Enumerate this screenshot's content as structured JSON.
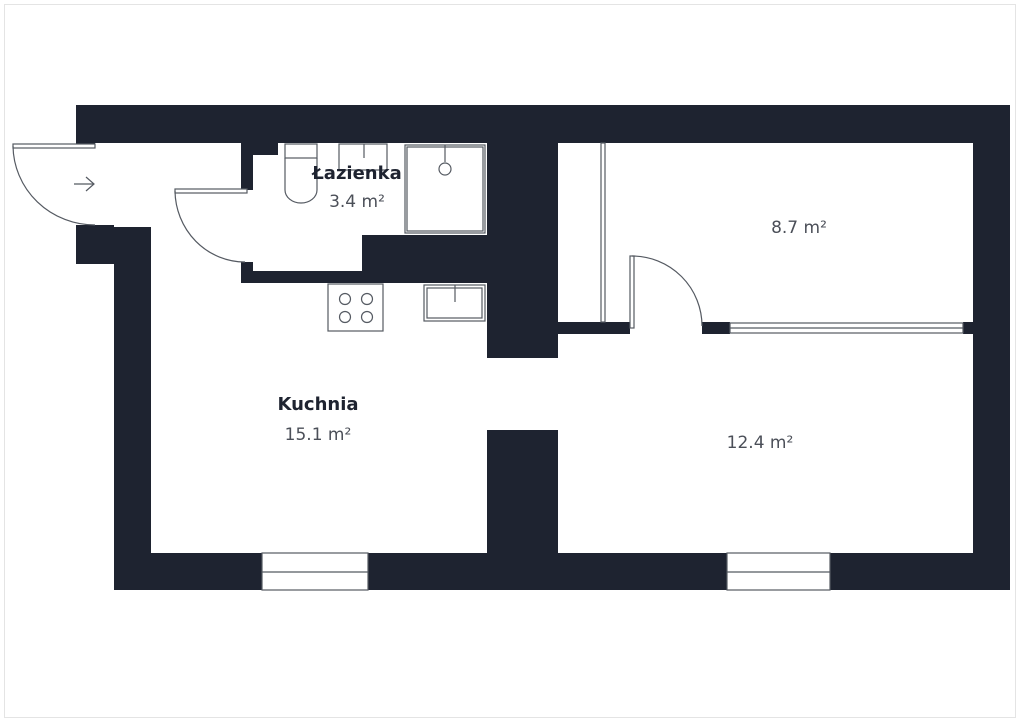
{
  "rooms": [
    {
      "name": "Łazienka",
      "area": "3.4 m²"
    },
    {
      "name": "Kuchnia",
      "area": "15.1 m²"
    },
    {
      "name": "",
      "area": "8.7 m²"
    },
    {
      "name": "",
      "area": "12.4 m²"
    }
  ],
  "colors": {
    "wall": "#1e2330",
    "text": "#1e2330",
    "area_text": "#4b4f58"
  },
  "icons": [
    "entrance-arrow-icon"
  ]
}
